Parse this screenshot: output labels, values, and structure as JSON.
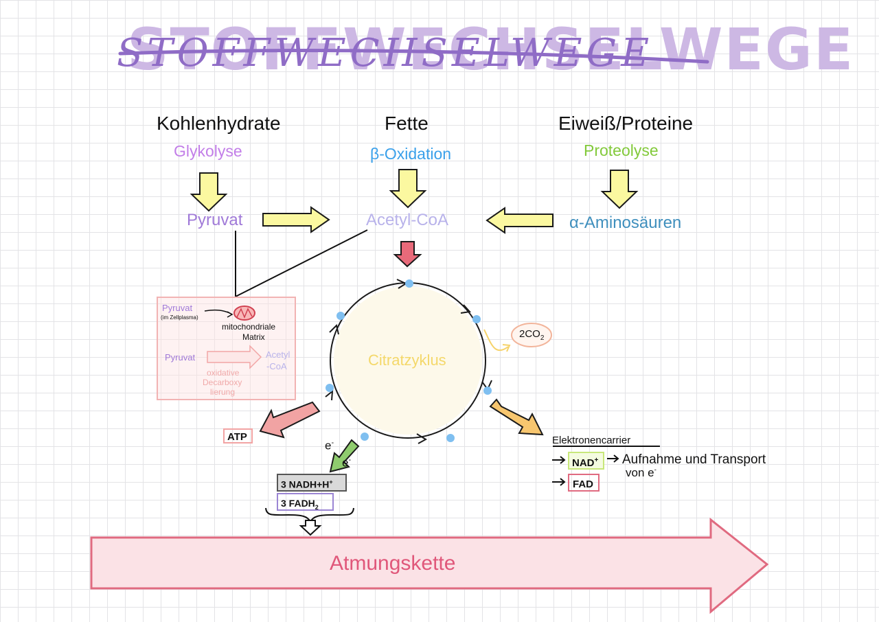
{
  "title": "STOFFWECHSELWEGE",
  "sources": [
    {
      "heading": "Kohlenhydrate",
      "process": "Glykolyse",
      "product": "Pyruvat",
      "process_color": "#c27ee8",
      "product_color": "#a07ad8"
    },
    {
      "heading": "Fette",
      "process": "β-Oxidation",
      "product": "Acetyl-CoA",
      "process_color": "#3aa0ea",
      "product_color": "#b8b2ea"
    },
    {
      "heading": "Eiweiß/Proteine",
      "process": "Proteolyse",
      "product": "α-Aminosäuren",
      "process_color": "#82c93a",
      "product_color": "#3f8fbd"
    }
  ],
  "inset": {
    "pyruvat_1": "Pyruvat",
    "cytoplasm_note": "(im Zellplasma)",
    "matrix_label_1": "mitochondriale",
    "matrix_label_2": "Matrix",
    "pyruvat_2": "Pyruvat",
    "acetyl_1": "Acetyl",
    "acetyl_2": "-CoA",
    "decarb_1": "oxidative",
    "decarb_2": "Decarboxy",
    "decarb_3": "lierung"
  },
  "cycle": {
    "label": "Citratzyklus",
    "co2": "2CO",
    "co2_sub": "2"
  },
  "outputs": {
    "atp": "ATP",
    "electron": "e",
    "electron_sup": "-",
    "nadh": "3 NADH+H",
    "nadh_sup": "+",
    "fadh": "3 FADH",
    "fadh_sub": "2"
  },
  "carriers": {
    "heading": "Elektronencarrier",
    "nad": "NAD",
    "nad_sup": "+",
    "nad_desc_1": "Aufnahme und Transport",
    "nad_desc_2": "von e",
    "nad_desc_sup": "-",
    "fad": "FAD"
  },
  "respiration": "Atmungskette",
  "colors": {
    "title": "#8f6cc6",
    "yellow_arrow": "#fbf8a0",
    "red_arrow": "#e86a7a",
    "orange_arrow": "#f7c66f",
    "green_arrow": "#8fcc6e",
    "cycle_fill": "#fdf9ea",
    "dot": "#7fbff0",
    "atmungskette_fill": "#fbe2e6",
    "atmungskette_stroke": "#e06a80"
  }
}
